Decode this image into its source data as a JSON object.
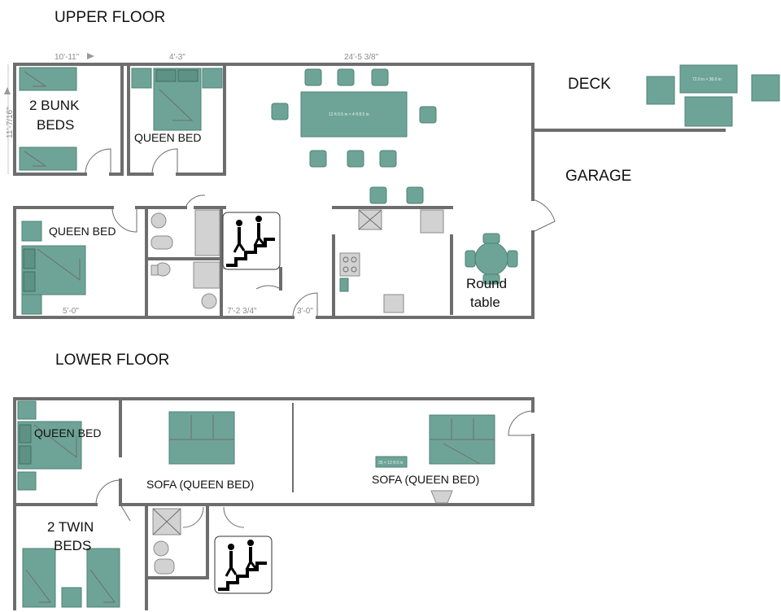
{
  "upper_floor": {
    "title": "UPPER FLOOR",
    "labels": {
      "bunk_line1": "2 BUNK",
      "bunk_line2": "BEDS",
      "queen_bed_a": "QUEEN BED",
      "queen_bed_b": "QUEEN BED",
      "deck": "DECK",
      "garage": "GARAGE",
      "round_table_line1": "Round",
      "round_table_line2": "table"
    },
    "dimensions": {
      "bunk_width": "10'-11\"",
      "queen_width": "4'-3\"",
      "main_width": "24'-5 3/8\"",
      "bunk_height": "11'-7/16\"",
      "bedroom_bottom": "5'-0\"",
      "hall": "7'-2 3/4\"",
      "door": "3'-0\""
    },
    "furniture_tags": {
      "dining_table": "12 ft 0.5 in × 4 ft 8.5 in",
      "deck_table": "72.0 in × 36.0 in"
    }
  },
  "lower_floor": {
    "title": "LOWER FLOOR",
    "labels": {
      "queen_bed": "QUEEN BED",
      "twin_line1": "2 TWIN",
      "twin_line2": "BEDS",
      "sofa_a": "SOFA (QUEEN BED)",
      "sofa_b": "SOFA (QUEEN BED)"
    },
    "furniture_tags": {
      "coffee_table": "35 × 12 ft 0 in"
    }
  },
  "icons": [
    "stairs-icon-upper",
    "stairs-icon-lower"
  ],
  "colors": {
    "furniture": "#6ea497",
    "walls": "#6d6d6d",
    "fixtures": "#d2d2d2"
  }
}
